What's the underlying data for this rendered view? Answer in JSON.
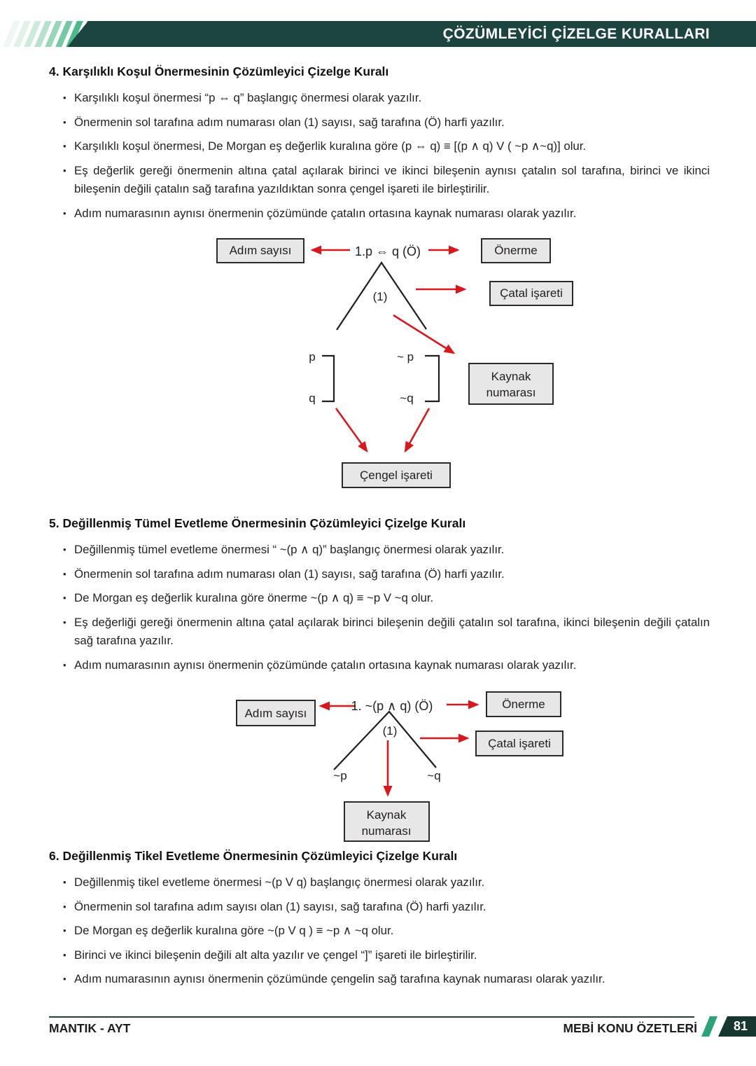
{
  "header": {
    "title": "ÇÖZÜMLEYİCİ ÇİZELGE KURALLARI"
  },
  "sections": [
    {
      "heading": "4. Karşılıklı Koşul Önermesinin Çözümleyici Çizelge Kuralı",
      "bullets": [
        "Karşılıklı koşul önermesi “p ⇔ q” başlangıç önermesi olarak yazılır.",
        "Önermenin sol tarafına adım numarası olan (1) sayısı, sağ tarafına (Ö) harfi yazılır.",
        "Karşılıklı koşul önermesi, De Morgan eş değerlik kuralına göre (p ⇔ q) ≡ [(p ∧ q) V ( ~p ∧~q)] olur.",
        "Eş değerlik gereği önermenin altına çatal açılarak birinci ve ikinci bileşenin aynısı çatalın sol tarafına, birinci ve ikinci bileşenin değili çatalın sağ tarafına yazıldıktan sonra çengel işareti ile birleştirilir.",
        "Adım numarasının aynısı önermenin çözümünde çatalın ortasına kaynak numarası olarak yazılır."
      ]
    },
    {
      "heading": "5. Değillenmiş Tümel Evetleme Önermesinin Çözümleyici Çizelge Kuralı",
      "bullets": [
        "Değillenmiş tümel evetleme önermesi “ ~(p ∧ q)” başlangıç önermesi olarak yazılır.",
        "Önermenin sol tarafına adım numarası olan (1) sayısı, sağ tarafına (Ö) harfi yazılır.",
        "De Morgan eş değerlik kuralına göre önerme ~(p ∧ q) ≡ ~p V ~q olur.",
        "Eş değerliği gereği önermenin altına çatal açılarak birinci bileşenin değili çatalın sol tarafına, ikinci bileşenin değili çatalın sağ tarafına yazılır.",
        "Adım numarasının aynısı önermenin çözümünde çatalın ortasına kaynak numarası olarak yazılır."
      ]
    },
    {
      "heading": "6. Değillenmiş Tikel Evetleme Önermesinin Çözümleyici Çizelge Kuralı",
      "bullets": [
        "Değillenmiş tikel evetleme önermesi ~(p V q) başlangıç önermesi olarak yazılır.",
        "Önermenin sol tarafına adım sayısı olan (1) sayısı, sağ tarafına (Ö) harfi yazılır.",
        "De Morgan eş değerlik kuralına göre ~(p V q ) ≡ ~p ∧ ~q olur.",
        "Birinci ve ikinci bileşenin değili alt alta yazılır ve çengel “]” işareti ile birleştirilir.",
        "Adım numarasının aynısı önermenin çözümünde çengelin sağ tarafına kaynak numarası olarak yazılır."
      ]
    }
  ],
  "diagram1": {
    "step_label": "Adım sayısı",
    "formula": "1.p ⇔ q (Ö)",
    "proposition_label": "Önerme",
    "fork_label": "Çatal işareti",
    "source_number": "(1)",
    "left_top": "p",
    "left_bottom": "q",
    "right_top": "~ p",
    "right_bottom": "~q",
    "source_line1": "Kaynak",
    "source_line2": "numarası",
    "hook_label": "Çengel işareti"
  },
  "diagram2": {
    "step_label": "Adım sayısı",
    "formula": "1. ~(p ∧ q) (Ö)",
    "proposition_label": "Önerme",
    "fork_label": "Çatal işareti",
    "source_number": "(1)",
    "left_branch": "~p",
    "right_branch": "~q",
    "source_line1": "Kaynak",
    "source_line2": "numarası"
  },
  "footer": {
    "left": "MANTIK - AYT",
    "right": "MEBİ KONU ÖZETLERİ",
    "page_number": "81"
  },
  "colors": {
    "banner_green": "#1b453e",
    "stripe_green": "#2bae78",
    "arrow_red": "#d9181e",
    "box_fill": "#e7e7e7",
    "box_border": "#2a2a2a",
    "slash_green": "#2ba277",
    "badge_dark": "#183630"
  }
}
